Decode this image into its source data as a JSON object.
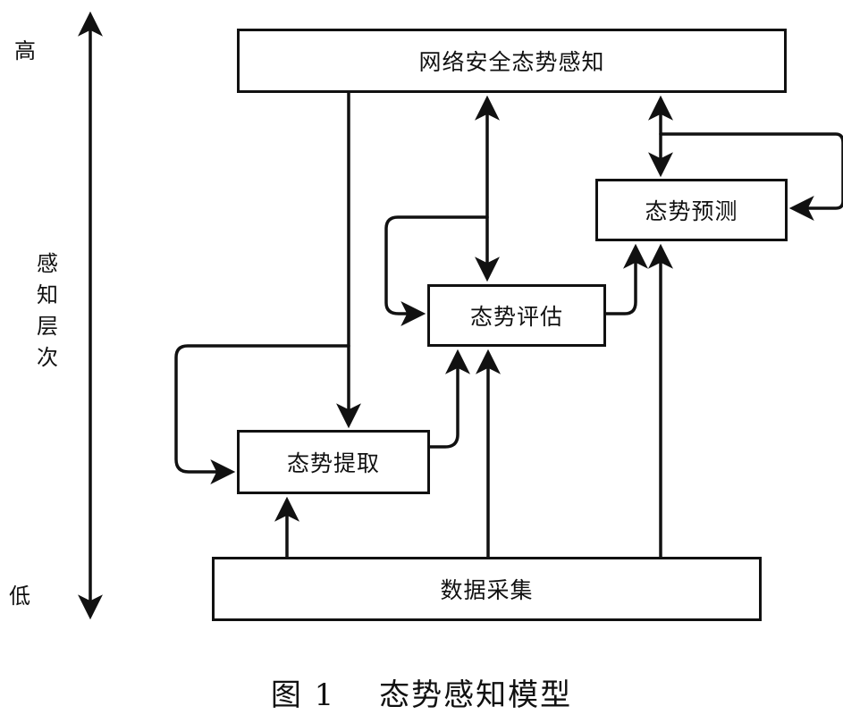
{
  "axis": {
    "high_label": "高",
    "low_label": "低",
    "title": "感知层次"
  },
  "nodes": {
    "awareness": "网络安全态势感知",
    "prediction": "态势预测",
    "assessment": "态势评估",
    "extraction": "态势提取",
    "collection": "数据采集"
  },
  "caption": "图 1　 态势感知模型",
  "colors": {
    "stroke": "#111111",
    "background": "#ffffff"
  }
}
